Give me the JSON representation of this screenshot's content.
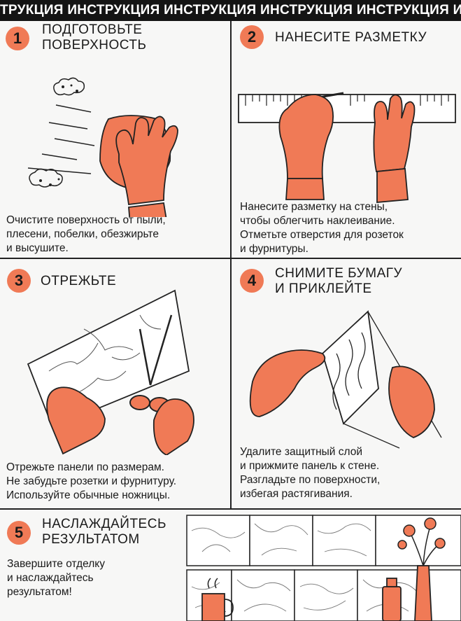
{
  "banner": {
    "text": "ТРУКЦИЯ ИНСТРУКЦИЯ ИНСТРУКЦИЯ ИНСТРУКЦИЯ ИНСТРУКЦИЯ ИНСТРУКЦИЯ"
  },
  "colors": {
    "accent": "#f07a56",
    "banner_bg": "#141414",
    "panel_bg": "#f7f7f6",
    "divider": "#222222"
  },
  "steps": [
    {
      "number": "1",
      "title_lines": [
        "ПОДГОТОВЬТЕ",
        "ПОВЕРХНОСТЬ"
      ],
      "text_lines": [
        "Очистите поверхность от пыли,",
        "плесени, побелки, обезжирьте",
        "и высушите."
      ],
      "illustration": "hand-wiping-cloth-icon"
    },
    {
      "number": "2",
      "title_lines": [
        "НАНЕСИТЕ РАЗМЕТКУ"
      ],
      "text_lines": [
        "Нанесите разметку на стены,",
        "чтобы облегчить наклеивание.",
        "Отметьте отверстия для розеток",
        "и фурнитуры."
      ],
      "illustration": "ruler-pencil-hands-icon"
    },
    {
      "number": "3",
      "title_lines": [
        "ОТРЕЖЬТЕ"
      ],
      "text_lines": [
        "Отрежьте панели по размерам.",
        "Не забудьте розетки и фурнитуру.",
        "Используйте обычные ножницы."
      ],
      "illustration": "scissors-cutting-panel-icon"
    },
    {
      "number": "4",
      "title_lines": [
        "СНИМИТЕ БУМАГУ",
        "И ПРИКЛЕЙТЕ"
      ],
      "text_lines": [
        "Удалите защитный слой",
        "и прижмите панель к стене.",
        "Разгладьте по поверхности,",
        "избегая растягивания."
      ],
      "illustration": "peeling-film-hands-icon"
    },
    {
      "number": "5",
      "title_lines": [
        "НАСЛАЖДАЙТЕСЬ",
        "РЕЗУЛЬТАТОМ"
      ],
      "text_lines": [
        "Завершите отделку",
        "и наслаждайтесь",
        "результатом!"
      ],
      "illustration": "finished-marble-wall-icon"
    }
  ]
}
